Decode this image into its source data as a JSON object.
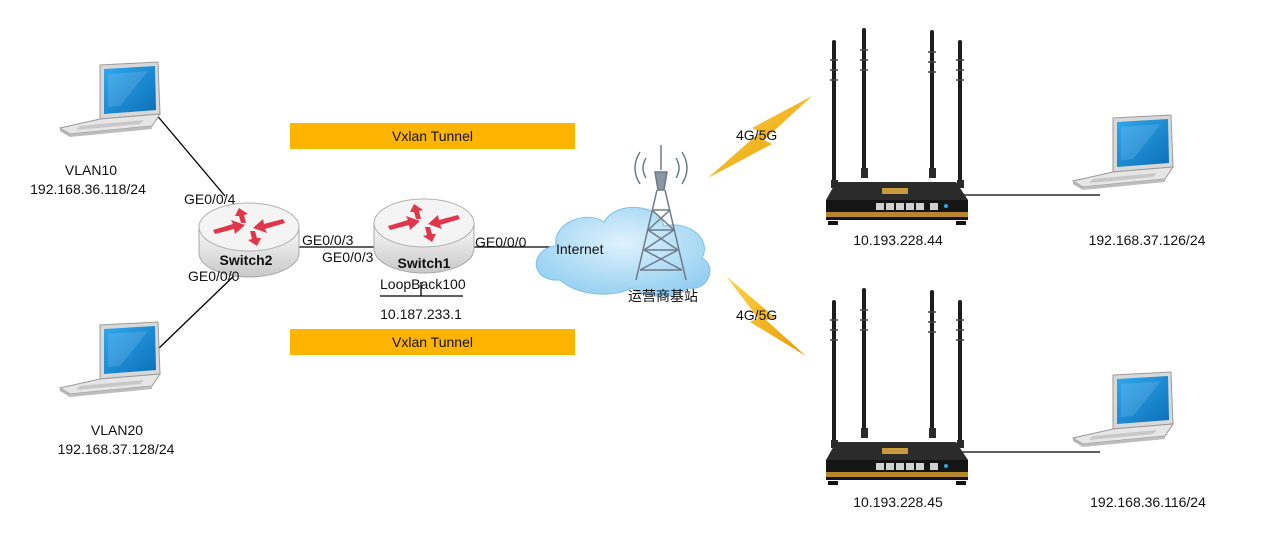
{
  "tunnels": {
    "top": "Vxlan Tunnel",
    "bottom": "Vxlan Tunnel"
  },
  "devices": {
    "switch2": "Switch2",
    "switch1": "Switch1",
    "cloud": "Internet",
    "tower": "运营商基站"
  },
  "ports": {
    "sw2_up": "GE0/0/4",
    "sw2_down": "GE0/0/0",
    "sw2_right": "GE0/0/3",
    "sw1_left": "GE0/0/3",
    "sw1_right": "GE0/0/0",
    "loopback": "LoopBack100",
    "loopback_ip": "10.187.233.1"
  },
  "hosts": {
    "vlan10_name": "VLAN10",
    "vlan10_ip": "192.168.36.118/24",
    "vlan20_name": "VLAN20",
    "vlan20_ip": "192.168.37.128/24",
    "pc_right_top_ip": "192.168.37.126/24",
    "pc_right_bottom_ip": "192.168.36.116/24"
  },
  "routers": {
    "top_ip": "10.193.228.44",
    "bottom_ip": "10.193.228.45"
  },
  "wireless": {
    "top": "4G/5G",
    "bottom": "4G/5G"
  },
  "colors": {
    "tunnel": "#ffb400",
    "link": "#000000",
    "laptop_screen": "#1c8fd8",
    "arrow": "#e0364b",
    "bolt": "#f2b100",
    "cloud": "#9cd3f2"
  }
}
